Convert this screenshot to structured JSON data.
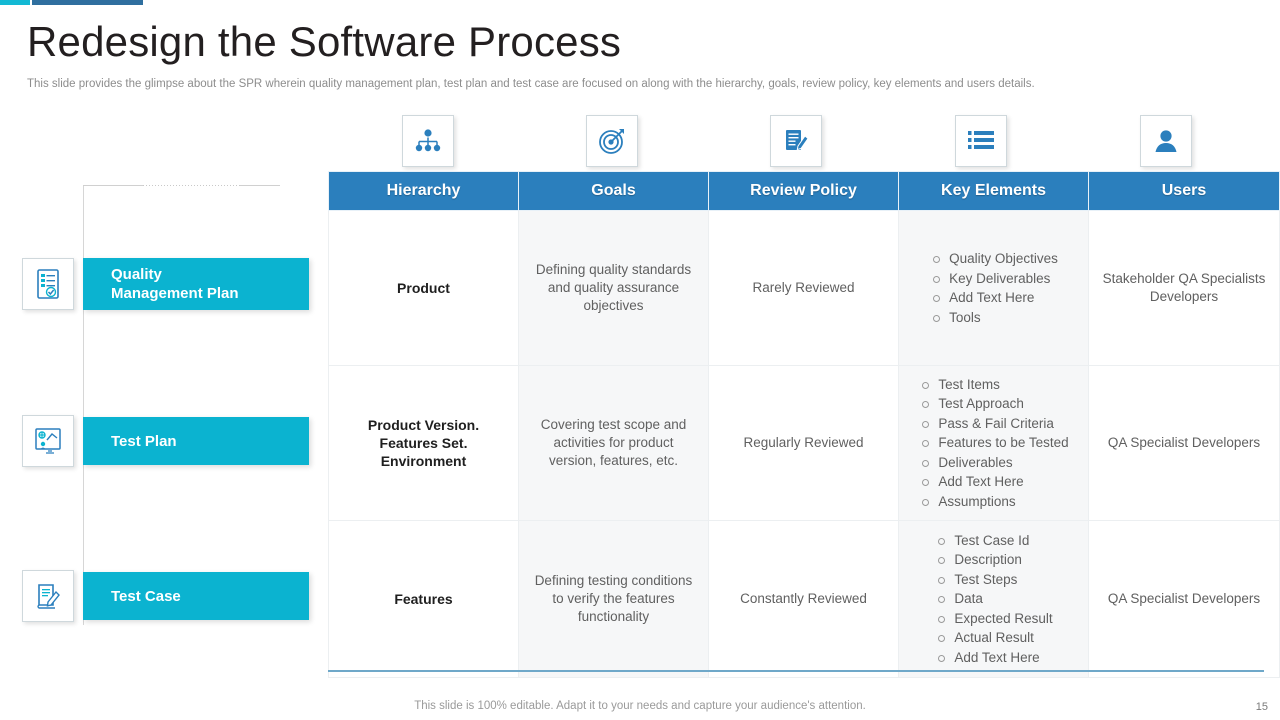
{
  "theme": {
    "accent_cyan": "#13b9d4",
    "accent_blue": "#2f6f9f",
    "header_blue": "#2b7fbd",
    "label_cyan": "#0bb3d0",
    "shade_gray": "#f6f7f8"
  },
  "header": {
    "title": "Redesign the Software Process",
    "subtitle": "This slide provides the glimpse about the SPR wherein quality management plan, test plan and test case are focused on along with the hierarchy, goals, review policy, key elements and users details."
  },
  "rail": {
    "items": [
      {
        "label": "Quality\nManagement Plan",
        "label_line1": "Quality",
        "label_line2": "Management Plan",
        "icon": "checklist-document-icon"
      },
      {
        "label": "Test Plan",
        "label_line1": "Test Plan",
        "label_line2": "",
        "icon": "presentation-board-icon"
      },
      {
        "label": "Test Case",
        "label_line1": "Test Case",
        "label_line2": "",
        "icon": "document-pen-icon"
      }
    ]
  },
  "column_icons": [
    {
      "name": "hierarchy-icon"
    },
    {
      "name": "target-arrow-icon"
    },
    {
      "name": "document-pen-icon"
    },
    {
      "name": "list-icon"
    },
    {
      "name": "user-icon"
    }
  ],
  "table": {
    "headers": [
      "Hierarchy",
      "Goals",
      "Review Policy",
      "Key Elements",
      "Users"
    ],
    "rows": [
      {
        "hierarchy": "Product",
        "goals": "Defining quality standards and quality assurance objectives",
        "review_policy": "Rarely Reviewed",
        "key_elements": [
          "Quality Objectives",
          "Key Deliverables",
          "Add Text Here",
          "Tools"
        ],
        "users": "Stakeholder QA Specialists Developers"
      },
      {
        "hierarchy": "Product Version. Features Set. Environment",
        "goals": "Covering test scope and activities for product version, features, etc.",
        "review_policy": "Regularly Reviewed",
        "key_elements": [
          "Test Items",
          "Test Approach",
          "Pass & Fail Criteria",
          "Features to be Tested",
          "Deliverables",
          "Add Text Here",
          "Assumptions"
        ],
        "users": "QA Specialist Developers"
      },
      {
        "hierarchy": "Features",
        "goals": "Defining testing conditions to verify the features functionality",
        "review_policy": "Constantly Reviewed",
        "key_elements": [
          "Test Case Id",
          "Description",
          "Test Steps",
          "Data",
          "Expected Result",
          "Actual Result",
          "Add Text Here"
        ],
        "users": "QA Specialist Developers"
      }
    ]
  },
  "footer": {
    "note": "This slide is 100% editable. Adapt it to your needs and capture your audience's attention.",
    "page_number": "15"
  }
}
